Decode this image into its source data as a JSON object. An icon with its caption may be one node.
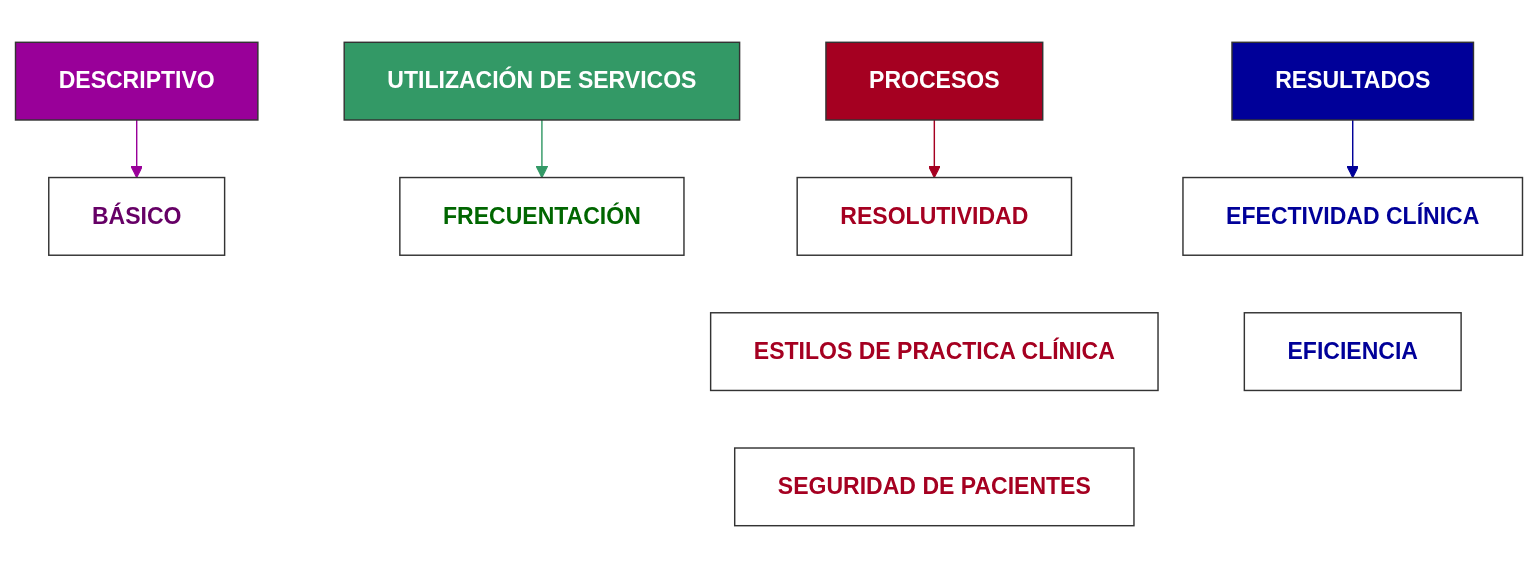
{
  "diagram": {
    "nodes": [
      {
        "text": [
          "DESCRIPTIVO"
        ]
      },
      {
        "text": [
          "BÁSICO"
        ]
      },
      {
        "text": [
          "UTILIZACIÓN DE SERVICOS"
        ]
      },
      {
        "text": [
          "FRECUENTACIÓN"
        ]
      },
      {
        "text": [
          "PROCESOS"
        ]
      },
      {
        "text": [
          "RESOLUTIVIDAD"
        ]
      },
      {
        "text": [
          "ESTILOS DE PRACTICA CLÍNICA"
        ]
      },
      {
        "text": [
          "SEGURIDAD DE PACIENTES"
        ]
      },
      {
        "text": [
          "RESULTADOS"
        ]
      },
      {
        "text": [
          "EFECTIVIDAD CLÍNICA"
        ]
      },
      {
        "text": [
          "EFICIENCIA"
        ]
      }
    ],
    "edges": [
      {
        "from": 0,
        "to": 1,
        "arrow": "to",
        "color": "#990099"
      },
      {
        "from": 2,
        "to": 3,
        "arrow": "to",
        "color": "#339966"
      },
      {
        "from": 4,
        "to": 5,
        "arrow": "to",
        "color": "#a50021"
      },
      {
        "from": 8,
        "to": 9,
        "arrow": "to",
        "color": "#000099"
      }
    ]
  }
}
